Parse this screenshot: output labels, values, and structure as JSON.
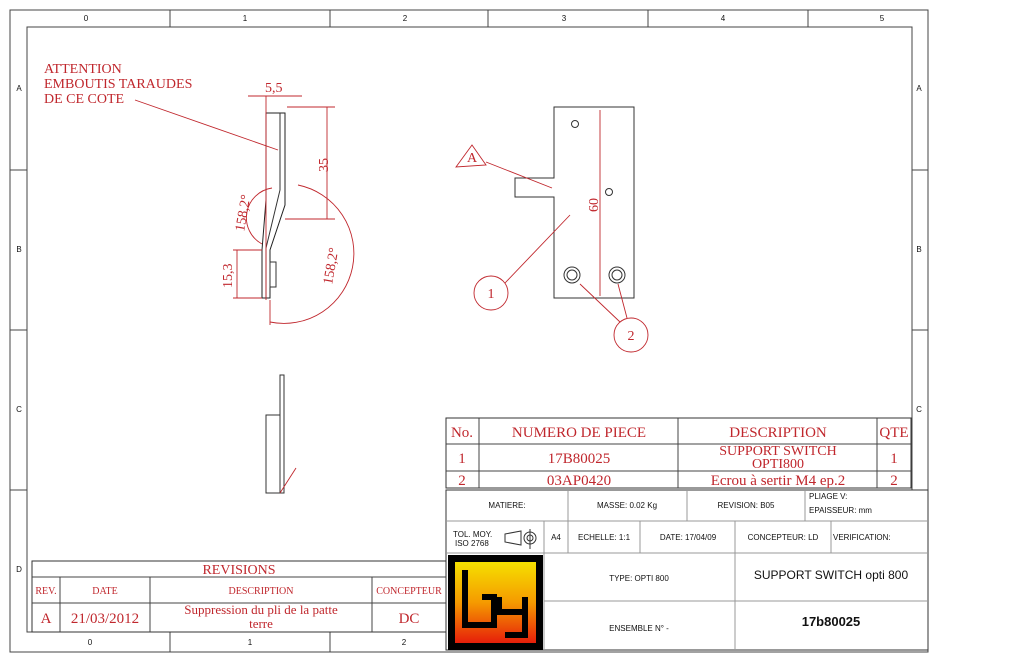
{
  "border": {
    "columns": [
      "0",
      "1",
      "2",
      "3",
      "4",
      "5"
    ],
    "rows": [
      "A",
      "B",
      "C",
      "D"
    ],
    "bottom_columns": [
      "0",
      "1",
      "2"
    ]
  },
  "notes": {
    "attention": [
      "ATTENTION",
      "EMBOUTIS TARAUDES",
      "DE CE COTE"
    ],
    "datum": "A",
    "balloon_1": "1",
    "balloon_2": "2"
  },
  "dimensions": {
    "width_top": "5,5",
    "height_35": "35",
    "angle_left": "158,2°",
    "angle_right": "158,2°",
    "height_15": "15,3",
    "height_60": "60"
  },
  "parts_list": {
    "headers": [
      "No.",
      "NUMERO DE PIECE",
      "DESCRIPTION",
      "QTE"
    ],
    "rows": [
      {
        "no": "1",
        "part": "17B80025",
        "desc": [
          "SUPPORT SWITCH",
          "OPTI800"
        ],
        "qty": "1"
      },
      {
        "no": "2",
        "part": "03AP0420",
        "desc": [
          "Ecrou à sertir M4 ep.2"
        ],
        "qty": "2"
      }
    ]
  },
  "title_block": {
    "matiere": "MATIERE:",
    "masse": "MASSE: 0.02 Kg",
    "revision": "REVISION: B05",
    "pliage": "PLIAGE V:",
    "epaisseur": "EPAISSEUR: mm",
    "tolerance": [
      "TOL. MOY.",
      "ISO 2768"
    ],
    "format": "A4",
    "echelle": "ECHELLE: 1:1",
    "date": "DATE: 17/04/09",
    "concepteur": "CONCEPTEUR: LD",
    "verification": "VERIFICATION:",
    "type": "TYPE: OPTI 800",
    "ensemble": "ENSEMBLE N° -",
    "title": "SUPPORT SWITCH opti 800",
    "drawing_number": "17b80025",
    "logo_text": "bg"
  },
  "revisions": {
    "title": "REVISIONS",
    "headers": [
      "REV.",
      "DATE",
      "DESCRIPTION",
      "CONCEPTEUR"
    ],
    "rows": [
      {
        "rev": "A",
        "date": "21/03/2012",
        "desc": [
          "Suppression du pli de la patte",
          "terre"
        ],
        "by": "DC"
      }
    ]
  }
}
